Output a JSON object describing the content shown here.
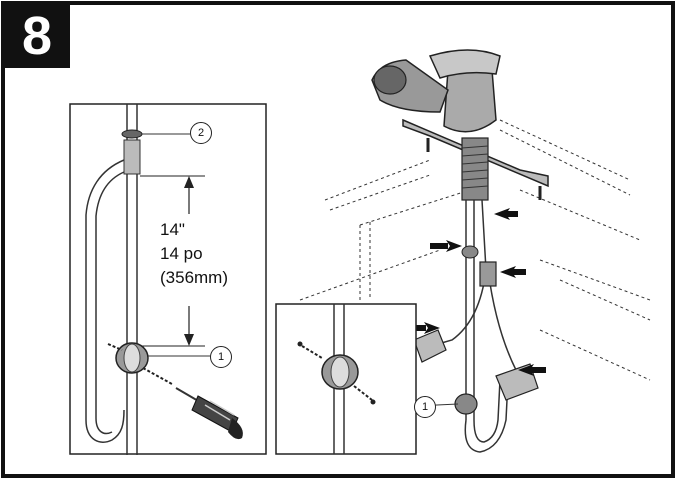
{
  "step": {
    "number": "8"
  },
  "measurement": {
    "imperial": "14\"",
    "french": "14 po",
    "metric": "(356mm)"
  },
  "callouts": {
    "clip": "2",
    "weight_left": "1",
    "weight_detail": "1"
  }
}
